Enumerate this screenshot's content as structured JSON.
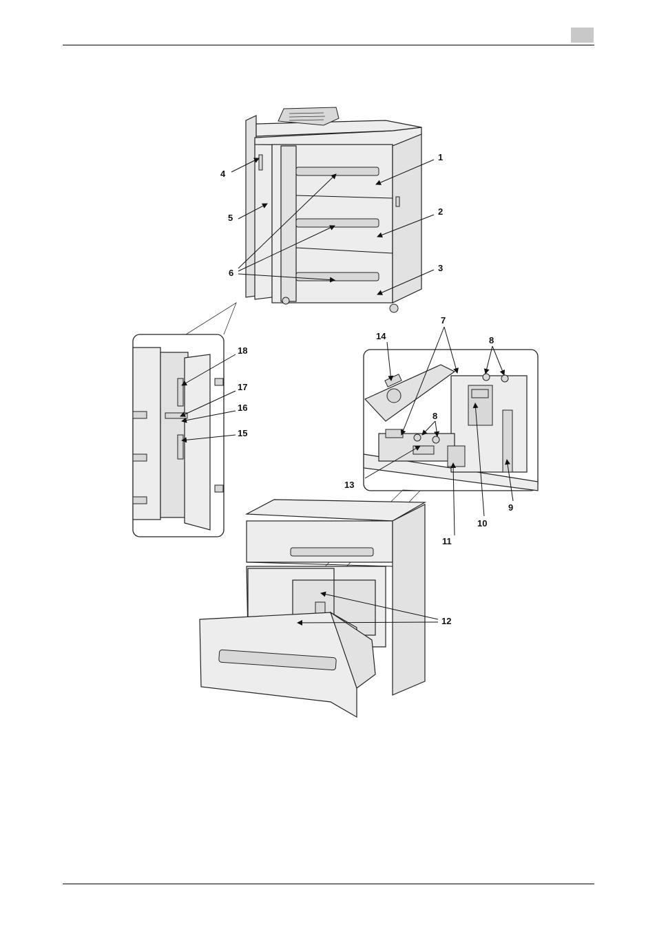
{
  "figure": {
    "callouts": [
      {
        "id": "1",
        "text": "1"
      },
      {
        "id": "2",
        "text": "2"
      },
      {
        "id": "3",
        "text": "3"
      },
      {
        "id": "4",
        "text": "4"
      },
      {
        "id": "5",
        "text": "5"
      },
      {
        "id": "6",
        "text": "6"
      },
      {
        "id": "7",
        "text": "7"
      },
      {
        "id": "8a",
        "text": "8"
      },
      {
        "id": "8b",
        "text": "8"
      },
      {
        "id": "9",
        "text": "9"
      },
      {
        "id": "10",
        "text": "10"
      },
      {
        "id": "11",
        "text": "11"
      },
      {
        "id": "12",
        "text": "12"
      },
      {
        "id": "13",
        "text": "13"
      },
      {
        "id": "14",
        "text": "14"
      },
      {
        "id": "15",
        "text": "15"
      },
      {
        "id": "16",
        "text": "16"
      },
      {
        "id": "17",
        "text": "17"
      },
      {
        "id": "18",
        "text": "18"
      }
    ]
  },
  "colors": {
    "header_tab": "#c8c8c8",
    "line": "#111111"
  }
}
